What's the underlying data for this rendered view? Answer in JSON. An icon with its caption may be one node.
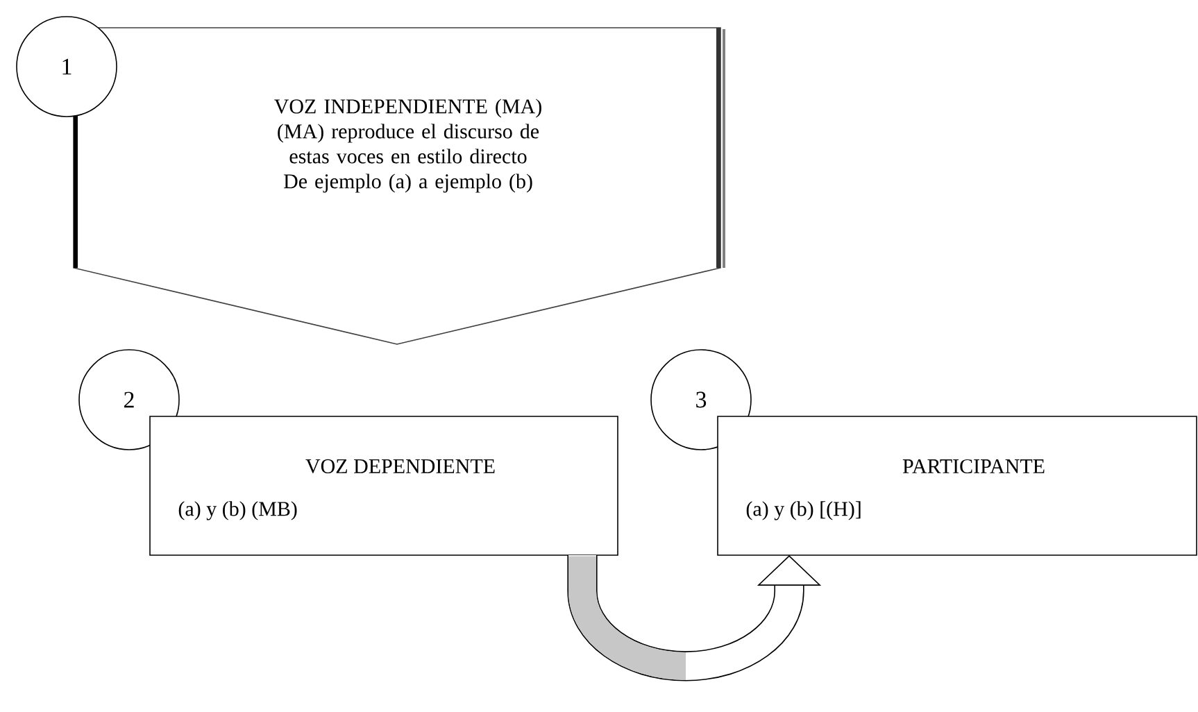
{
  "diagram": {
    "nodes": [
      {
        "text": [
          "VOZ INDEPENDIENTE (MA)",
          "(MA) reproduce el discurso de estas voces en estilo directo De ejemplo (a) a ejemplo (b)"
        ]
      },
      {
        "text": [
          "1"
        ]
      },
      {
        "text": [
          "2"
        ]
      },
      {
        "text": [
          "VOZ DEPENDIENTE",
          "(a) y (b) (MB)"
        ]
      },
      {
        "text": [
          "3"
        ]
      },
      {
        "text": [
          "PARTICIPANTE",
          "(a) y (b) [(H)]"
        ]
      }
    ],
    "edges": [
      {
        "from": 3,
        "to": 5,
        "arrow": "to"
      }
    ]
  }
}
